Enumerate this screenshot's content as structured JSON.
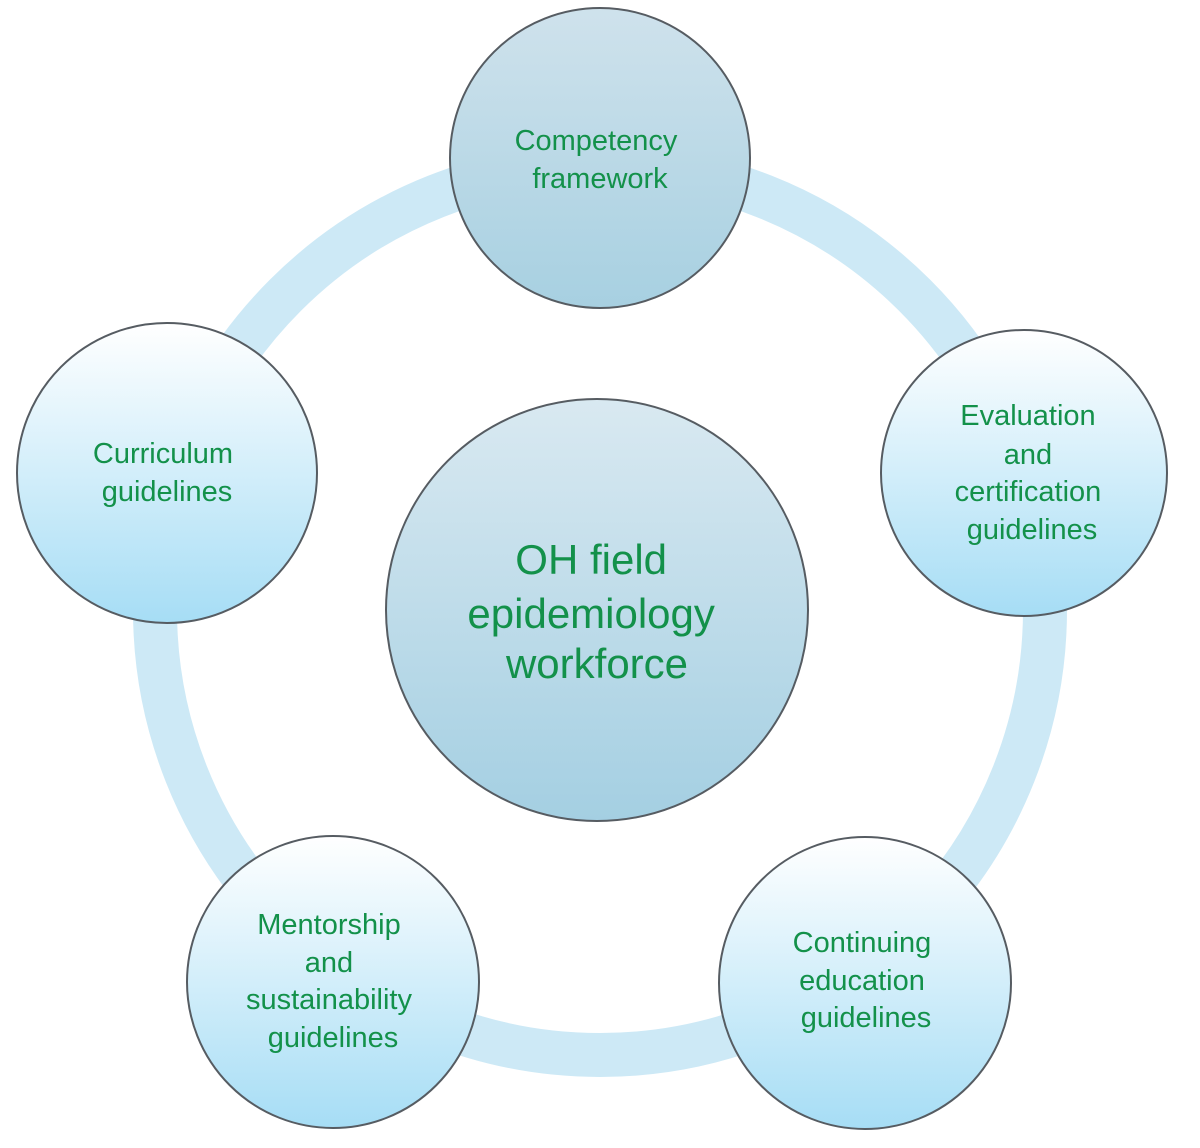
{
  "diagram": {
    "center": {
      "lines": [
        "OH field",
        "epidemiology",
        "workforce"
      ]
    },
    "nodes": [
      {
        "id": "competency",
        "lines": [
          "Competency",
          "framework"
        ]
      },
      {
        "id": "evaluation",
        "lines": [
          "Evaluation",
          "and",
          "certification",
          "guidelines"
        ]
      },
      {
        "id": "continuing",
        "lines": [
          "Continuing",
          "education",
          "guidelines"
        ]
      },
      {
        "id": "mentorship",
        "lines": [
          "Mentorship",
          "and",
          "sustainability",
          "guidelines"
        ]
      },
      {
        "id": "curriculum",
        "lines": [
          "Curriculum",
          "guidelines"
        ]
      }
    ]
  },
  "colors": {
    "text": "#13914a",
    "ring": "#cde9f6",
    "circle_stroke": "#565c62",
    "outer_fill_top": "#ffffff",
    "outer_fill_bottom": "#a6ddf5",
    "top_fill_top": "#cfe2ec",
    "top_fill_bottom": "#a7d0e1",
    "center_fill_top": "#d9e9f1",
    "center_fill_bottom": "#a4cfe2"
  }
}
